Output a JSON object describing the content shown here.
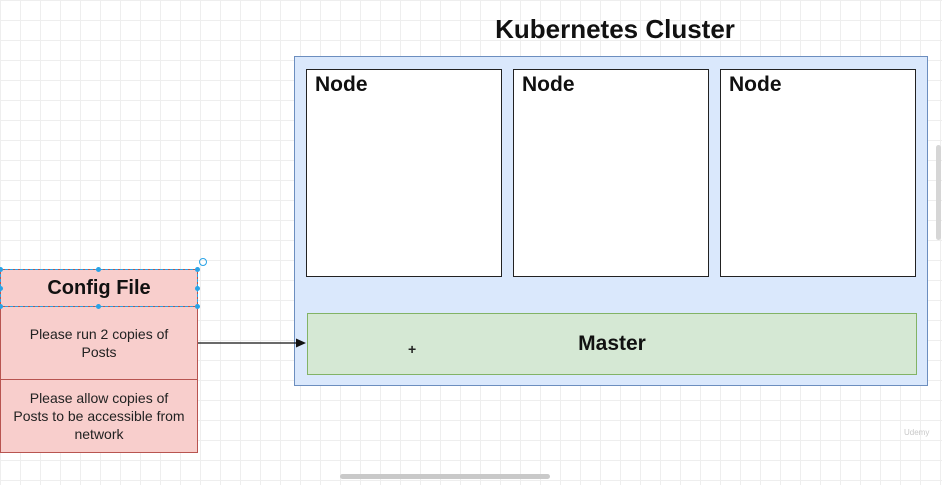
{
  "diagram": {
    "cluster": {
      "title": "Kubernetes Cluster",
      "nodes": [
        {
          "label": "Node"
        },
        {
          "label": "Node"
        },
        {
          "label": "Node"
        }
      ],
      "master": {
        "label": "Master"
      }
    },
    "config_file": {
      "title": "Config File",
      "rows": [
        "Please run 2 copies of Posts",
        "Please allow copies of Posts to be accessible from network"
      ]
    },
    "cursor_glyph": "+",
    "watermark": "Udemy"
  },
  "colors": {
    "cluster_fill": "#dae8fc",
    "cluster_stroke": "#6c8ebf",
    "master_fill": "#d5e8d4",
    "master_stroke": "#82b366",
    "config_fill": "#f8cecc",
    "config_stroke": "#b85450",
    "selection": "#29a3e6"
  }
}
